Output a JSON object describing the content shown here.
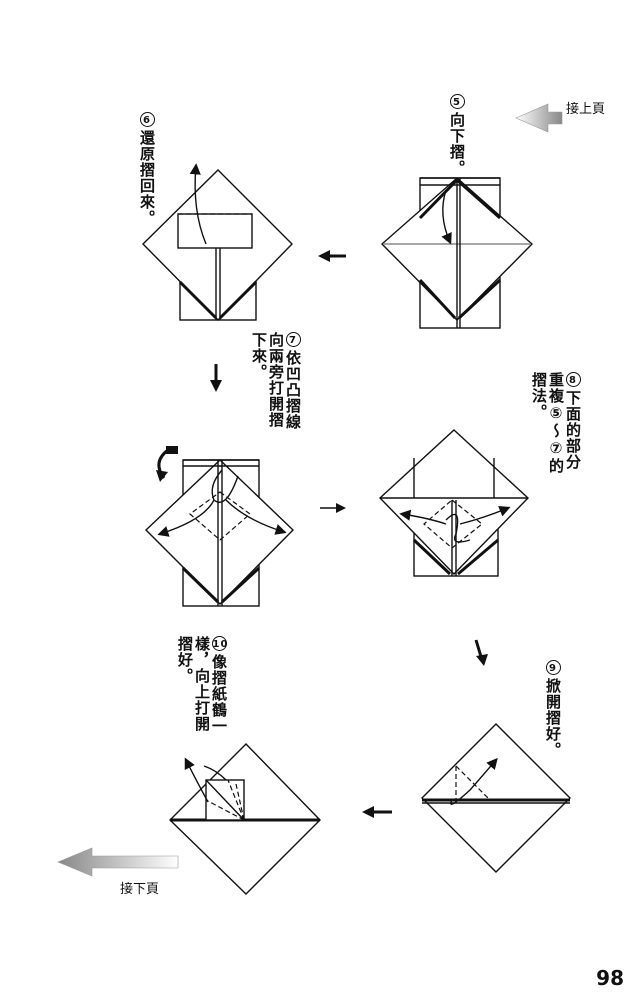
{
  "nav": {
    "prev_page": "接上頁",
    "next_page": "接下頁"
  },
  "steps": [
    {
      "num": "5",
      "text": "向下摺。"
    },
    {
      "num": "6",
      "text": "還原摺回來。"
    },
    {
      "num": "7",
      "text": "依凹凸摺線向兩旁打開摺下來。"
    },
    {
      "num": "8",
      "text": "下面的部分重複⑤～⑦的摺法。"
    },
    {
      "num": "9",
      "text": "掀開摺好。"
    },
    {
      "num": "10",
      "text": "像摺紙鶴一樣，向上打開摺好。"
    }
  ],
  "page_number": "98"
}
